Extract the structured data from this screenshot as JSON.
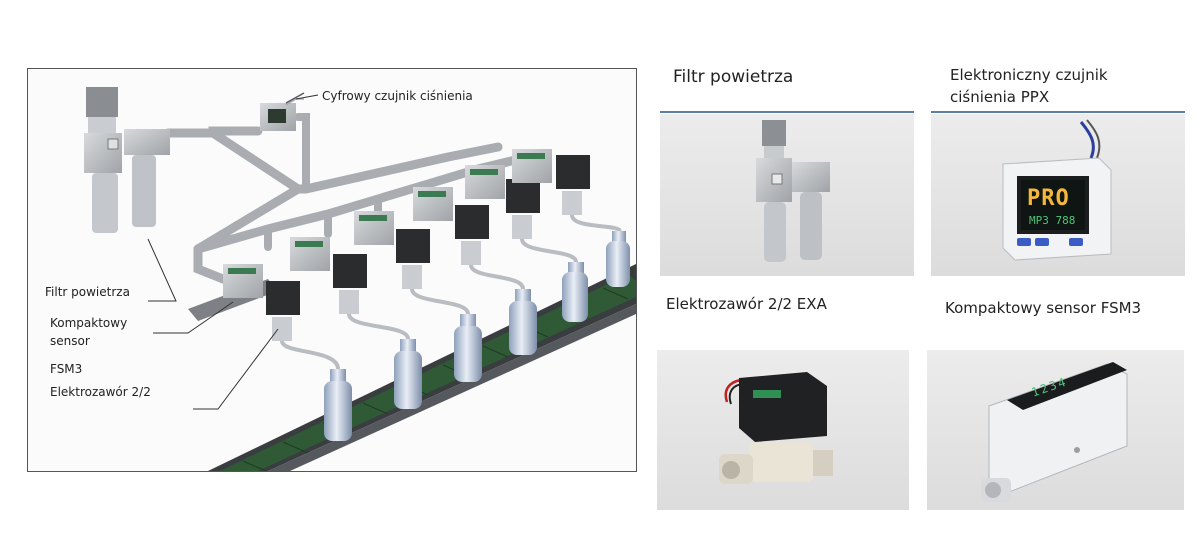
{
  "diagram": {
    "labels": {
      "pressure_sensor": "Cyfrowy czujnik ciśnienia",
      "air_filter": "Filtr powietrza",
      "compact_sensor_line1": "Kompaktowy",
      "compact_sensor_line2": "sensor",
      "fsm3": "FSM3",
      "solenoid_valve": "Elektrozawór 2/2"
    }
  },
  "products": {
    "air_filter": {
      "title": "Filtr powietrza"
    },
    "pressure_sensor": {
      "title_line1": "Elektroniczny czujnik",
      "title_line2": "ciśnienia PPX",
      "display_top": "PRO",
      "display_bottom": "MP3 788"
    },
    "solenoid_valve": {
      "title": "Elektrozawór 2/2 EXA"
    },
    "compact_sensor": {
      "title": "Kompaktowy sensor FSM3",
      "display": "1234"
    }
  },
  "colors": {
    "rule": "#5b7ea6",
    "conveyor": "#2f5a35",
    "pipe": "#b8bcc0",
    "display_green": "#4ec27a"
  }
}
